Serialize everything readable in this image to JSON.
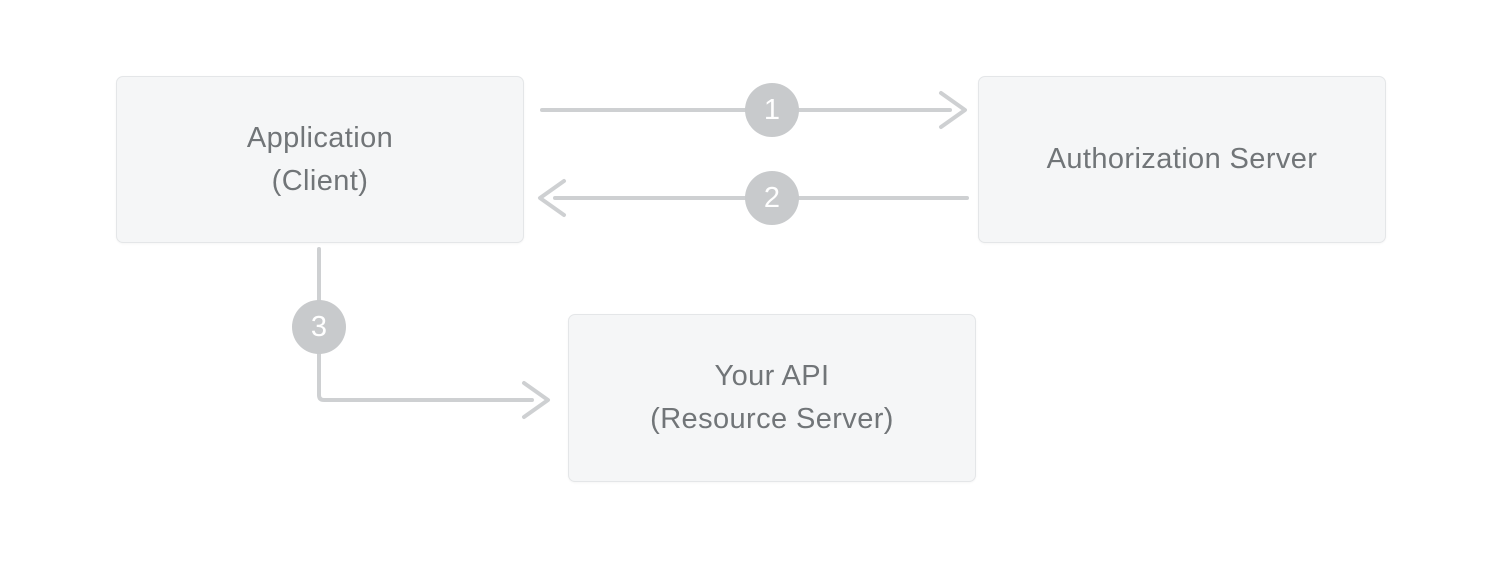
{
  "colors": {
    "background": "#ffffff",
    "node_fill": "#f5f6f7",
    "node_border": "#e4e6e8",
    "node_text": "#717578",
    "connector": "#ced0d2",
    "badge_fill": "#c8cacc",
    "badge_text": "#ffffff"
  },
  "nodes": {
    "application": {
      "line1": "Application",
      "line2": "(Client)"
    },
    "authorization_server": {
      "label": "Authorization Server"
    },
    "your_api": {
      "line1": "Your API",
      "line2": "(Resource Server)"
    }
  },
  "steps": [
    "1",
    "2",
    "3"
  ]
}
